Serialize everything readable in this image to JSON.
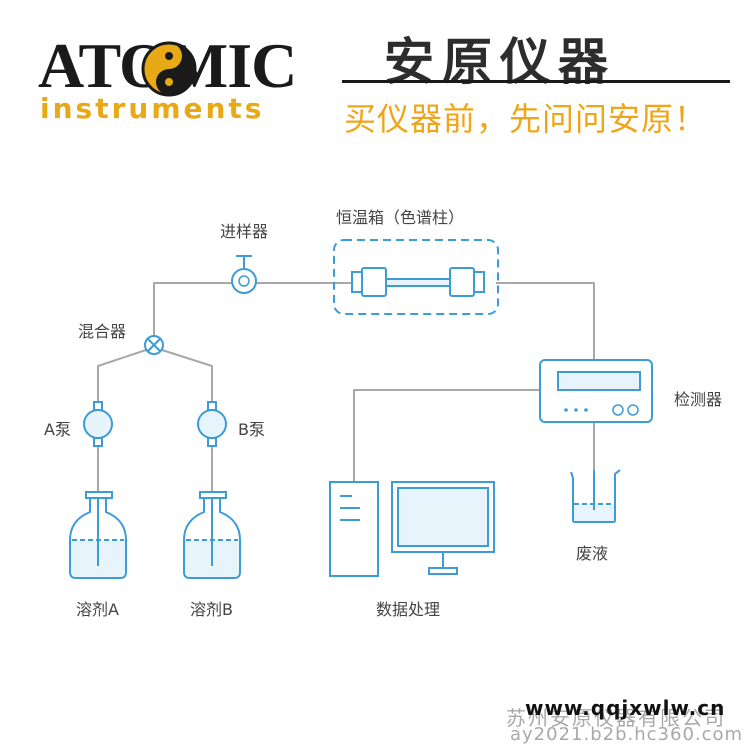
{
  "header": {
    "logo_text": "ATOMIC",
    "logo_subtext": "instruments",
    "brand_name": "安原仪器",
    "slogan": "买仪器前，先问问安原！"
  },
  "diagram": {
    "injector": "进样器",
    "column_oven": "恒温箱（色谱柱）",
    "mixer": "混合器",
    "pump_a": "A泵",
    "pump_b": "B泵",
    "detector": "检测器",
    "solvent_a": "溶剂A",
    "solvent_b": "溶剂B",
    "data_processing": "数据处理",
    "waste": "废液"
  },
  "footer": {
    "url": "www.qqjxwlw.cn",
    "company": "苏州安原仪器有限公司",
    "site": "ay2021.b2b.hc360.com"
  },
  "colors": {
    "line": "#a8a8a8",
    "accent_blue": "#3d9bd6",
    "light_blue": "#e8f4fb",
    "logo_yellow": "#e8a917",
    "slogan_orange": "#efa51a"
  }
}
